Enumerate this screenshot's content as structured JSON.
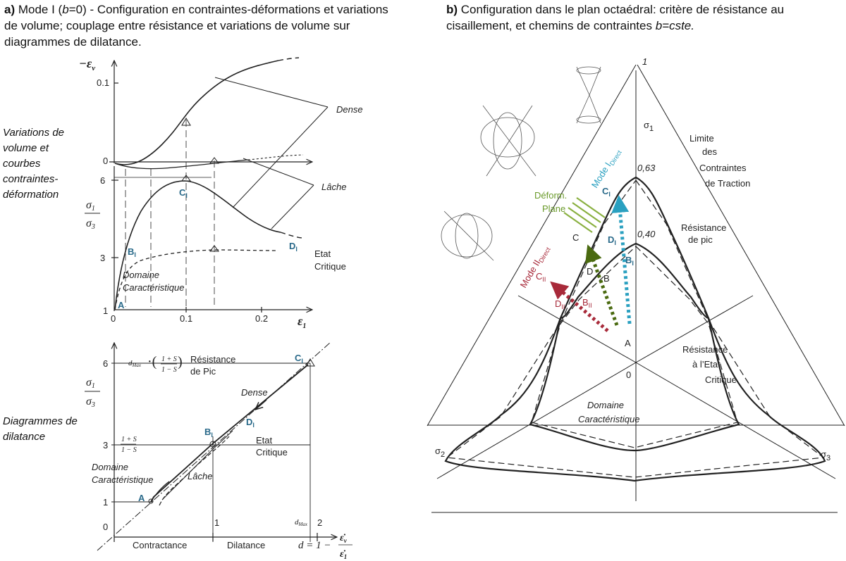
{
  "headers": {
    "a_bold": "a)",
    "a_text1": " Mode I (",
    "a_b": "b",
    "a_text2": "=0) - Configuration en contraintes-déformations et variations de volume; couplage entre résistance et variations de volume sur diagrammes de dilatance.",
    "b_bold": "b)",
    "b_text": " Configuration dans le plan octaédral: critère de résistance au cisaillement, et chemins de contraintes ",
    "b_italic": "b=cste."
  },
  "side_labels": {
    "top": "Variations de volume et courbes contraintes-déformation",
    "bottom": "Diagrammes de dilatance"
  },
  "panel_a_top": {
    "y_axis_label": "−ε",
    "y_axis_sub": "v",
    "y_tick_01": "0.1",
    "y_tick_0": "0",
    "dense": "Dense",
    "lache": "Lâche",
    "ratio_num": "σ",
    "ratio_num_sub": "1",
    "ratio_den": "σ",
    "ratio_den_sub": "3",
    "q_tick_6": "6",
    "q_tick_3": "3",
    "q_tick_1": "1",
    "pt_C": "C",
    "pt_B": "B",
    "pt_D": "D",
    "pt_sub": "I",
    "pt_A": "A",
    "etat_critique_1": "Etat",
    "etat_critique_2": "Critique",
    "domaine_1": "Domaine",
    "domaine_2": "Caractéristique",
    "x_tick_0": "0",
    "x_tick_01": "0.1",
    "x_tick_02": "0.2",
    "x_axis_label": "ε",
    "x_axis_sub": "1"
  },
  "panel_a_bottom": {
    "dmax_label": "d",
    "dmax_sub": "Max",
    "formula_num": "1 + S",
    "formula_den": "1 − S",
    "resistance_1": "Résistance",
    "resistance_2": "de  Pic",
    "q_tick_6": "6",
    "q_tick_3": "3",
    "q_tick_1": "1",
    "q_tick_0": "0",
    "dense": "Dense",
    "lache": "Lâche",
    "etat_1": "Etat",
    "etat_2": "Critique",
    "domaine_1": "Domaine",
    "domaine_2": "Caractéristique",
    "pt_C": "C",
    "pt_B": "B",
    "pt_D": "D",
    "pt_A": "A",
    "pt_sub": "I",
    "x_tick_1": "1",
    "x_tick_2": "2",
    "contractance": "Contractance",
    "dilatance": "Dilatance",
    "d_formula": "d = 1 −",
    "d_frac_num": "ε̇",
    "d_frac_num_sub": "v",
    "d_frac_den": "ε̇",
    "d_frac_den_sub": "1"
  },
  "panel_b": {
    "apex_label": "1",
    "sigma1": "σ",
    "sigma1_sub": "1",
    "sigma2": "σ",
    "sigma2_sub": "2",
    "sigma3": "σ",
    "sigma3_sub": "3",
    "limite_1": "Limite",
    "limite_2": "des",
    "limite_3": "Contraintes",
    "limite_4": "de Traction",
    "v063": "0,63",
    "v040": "0,40",
    "res_pic_1": "Résistance",
    "res_pic_2": "de pic",
    "res_etat_1": "Résistance",
    "res_etat_2": "à l’Etat",
    "res_etat_3": "Critique",
    "domaine_1": "Domaine",
    "domaine_2": "Caractéristique",
    "mode_i": "Mode I",
    "mode_i_sub": "Direct",
    "mode_ii": "Mode II",
    "mode_ii_sub": "Direct",
    "deform_1": "Déform.",
    "deform_2": "Plane",
    "pt_CI": "C",
    "pt_DI": "D",
    "pt_BI": "B",
    "pt_C": "C",
    "pt_D": "D",
    "pt_B": "B",
    "pt_CII": "C",
    "pt_DII": "D",
    "pt_BII": "B",
    "sub_I": "I",
    "sub_II": "II",
    "pt_A": "A",
    "pt_0": "0"
  },
  "colors": {
    "blue_label": "#2a6a8a",
    "mode_i_path": "#2aa0c0",
    "plane_path": "#5a7a1a",
    "mode_ii_path": "#a82a3a"
  }
}
